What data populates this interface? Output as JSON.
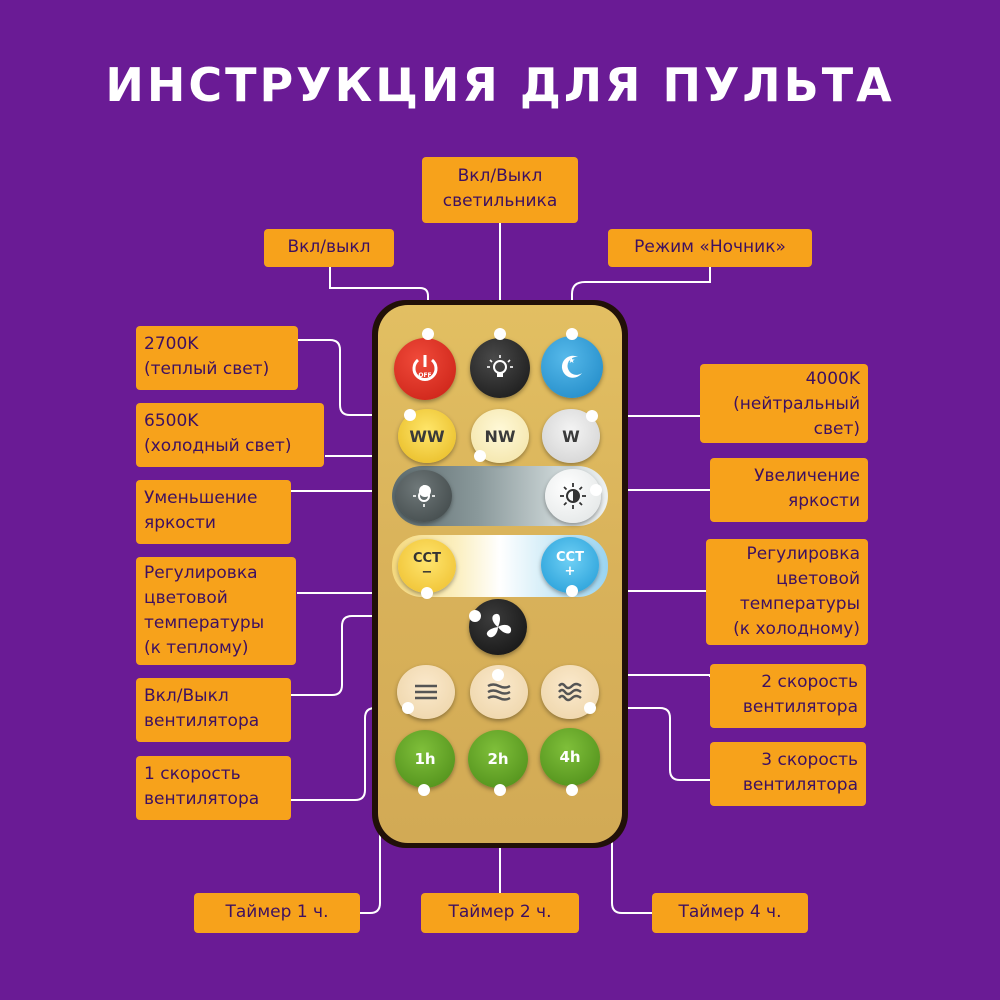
{
  "title": "Инструкция для пульта",
  "labels": {
    "lamp_power": [
      "Вкл/Выкл",
      "светильника"
    ],
    "power": [
      "Вкл/выкл"
    ],
    "night_mode": [
      "Режим «Ночник»"
    ],
    "warm_2700": [
      "2700K",
      "(теплый свет)"
    ],
    "cold_6500": [
      "6500K",
      "(холодный свет)"
    ],
    "neutral_4000": [
      "4000K",
      "(нейтральный",
      "свет)"
    ],
    "brightness_up": [
      "Увеличение",
      "яркости"
    ],
    "brightness_down": [
      "Уменьшение",
      "яркости"
    ],
    "cct_warm": [
      "Регулировка",
      "цветовой",
      "температуры",
      "(к теплому)"
    ],
    "cct_cold": [
      "Регулировка",
      "цветовой",
      "температуры",
      "(к холодному)"
    ],
    "fan_power": [
      "Вкл/Выкл",
      "вентилятора"
    ],
    "fan_speed_2": [
      "2 скорость",
      "вентилятора"
    ],
    "fan_speed_1": [
      "1 скорость",
      "вентилятора"
    ],
    "fan_speed_3": [
      "3 скорость",
      "вентилятора"
    ],
    "timer_1": [
      "Таймер 1 ч."
    ],
    "timer_2": [
      "Таймер 2 ч."
    ],
    "timer_4": [
      "Таймер 4 ч."
    ]
  },
  "buttons": {
    "off": "OFF",
    "ww": "WW",
    "nw": "NW",
    "w": "W",
    "cct": "CCT",
    "minus": "−",
    "plus": "+",
    "t1": "1h",
    "t2": "2h",
    "t4": "4h"
  },
  "colors": {
    "background": "#6a1b95",
    "callout": "#f7a21b",
    "callout_text": "#3e1060",
    "remote_body": "#d9b25a",
    "power_button": "#d42a1e",
    "night_button": "#2ea0dd",
    "timer_button": "#5a9a1e"
  }
}
